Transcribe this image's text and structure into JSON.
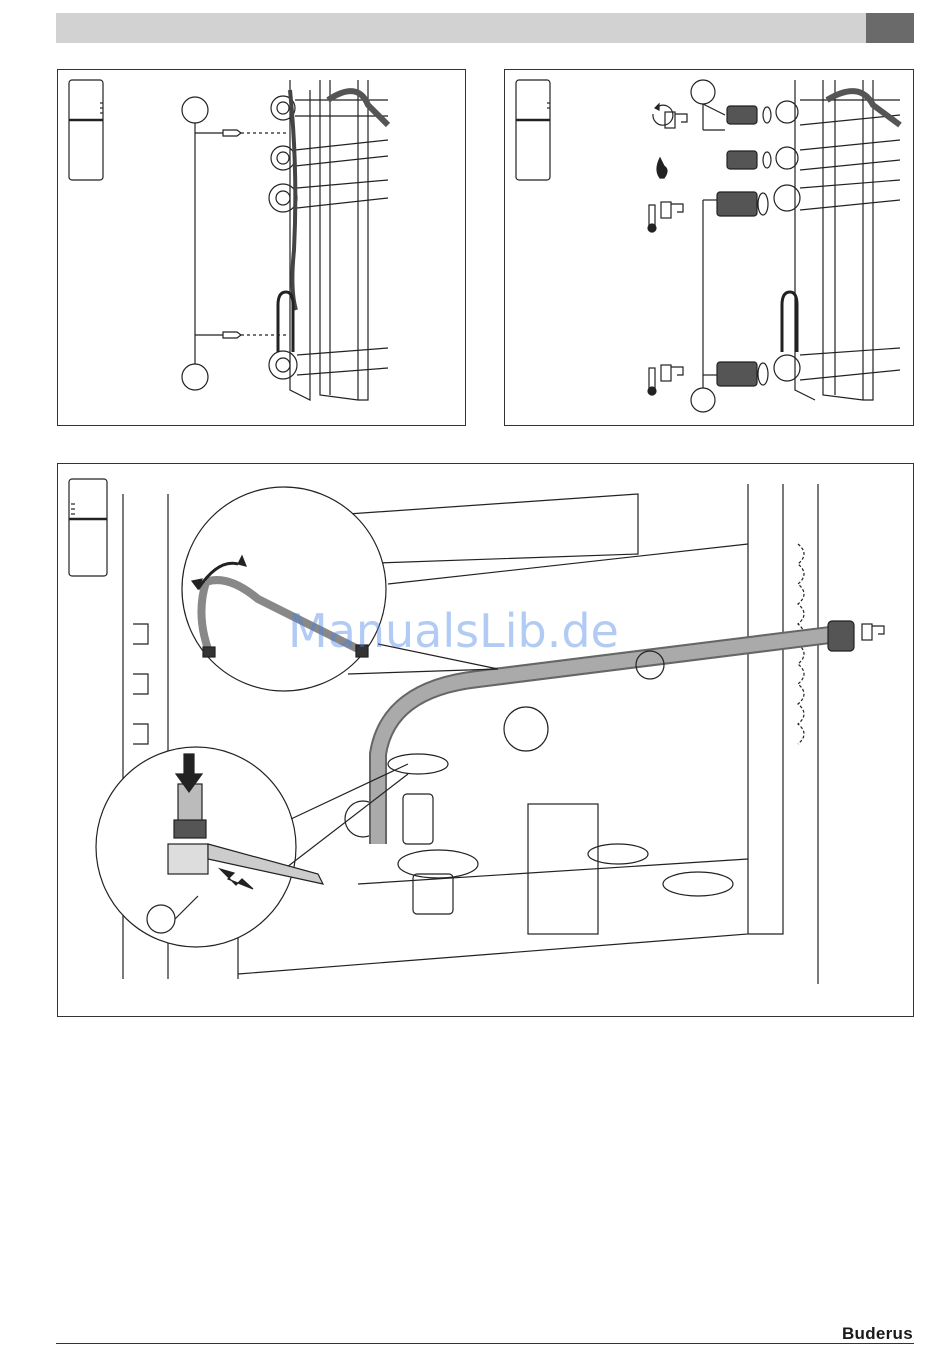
{
  "watermark": {
    "text": "ManualsLib.de"
  },
  "footer": {
    "brand": "Buderus"
  },
  "colors": {
    "header_bar": "#d2d2d2",
    "header_tab": "#6a6a6a",
    "watermark": "#4682e6"
  },
  "figures": [
    {
      "id": "fig1",
      "description_icon": "wall-mounting-screws"
    },
    {
      "id": "fig2",
      "description_icon": "connection-fittings"
    },
    {
      "id": "fig3",
      "description_icon": "hose-connection"
    }
  ]
}
